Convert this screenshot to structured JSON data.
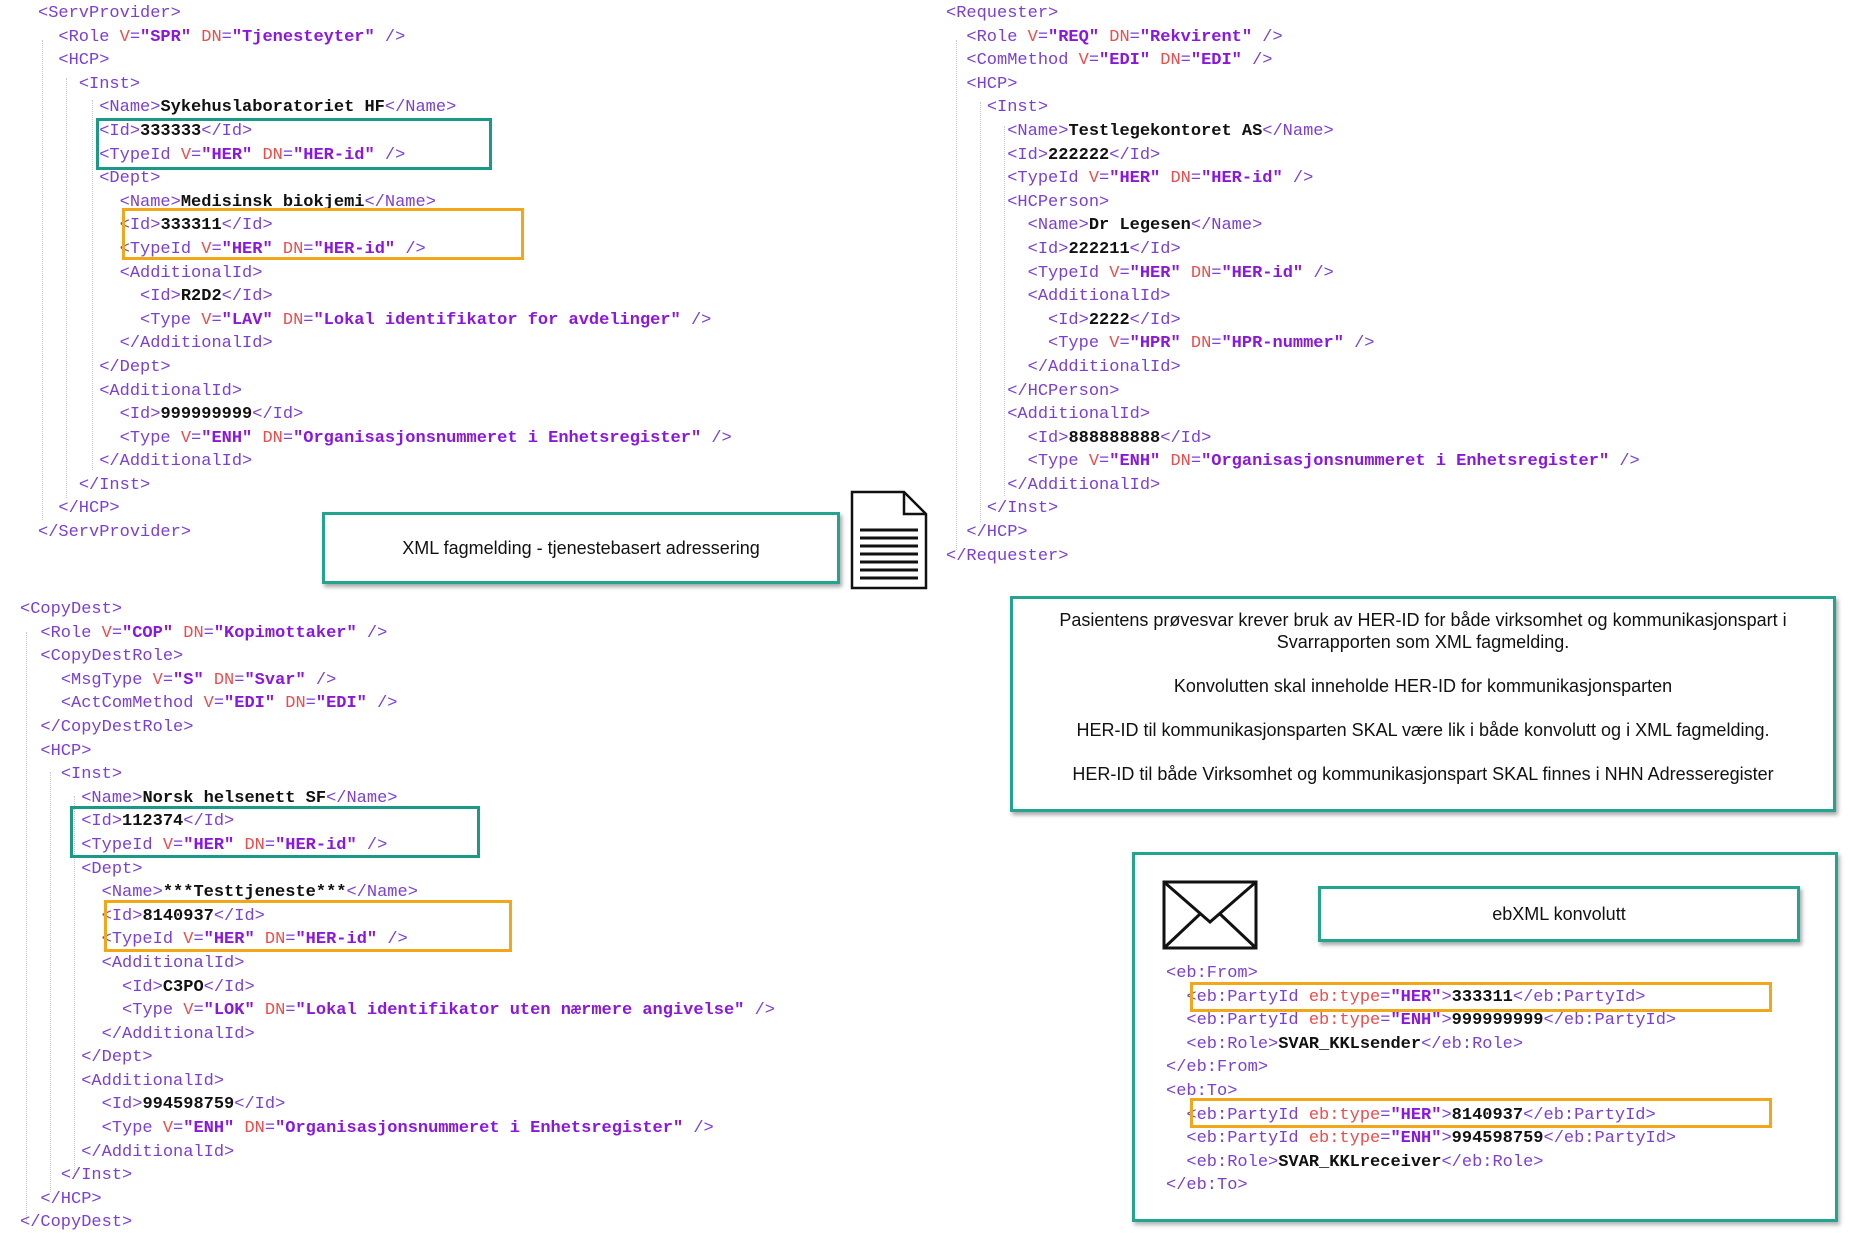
{
  "doc_caption": "XML fagmelding - tjenestebasert adressering",
  "envelope_caption": "ebXML konvolutt",
  "info_box": [
    "Pasientens prøvesvar krever bruk av HER-ID for både virksomhet og kommunikasjonspart i Svarrapporten som XML fagmelding.",
    "Konvolutten skal inneholde HER-ID for kommunikasjonsparten",
    "HER-ID til kommunikasjonsparten SKAL være lik i både konvolutt og i XML fagmelding.",
    "HER-ID til både Virksomhet og kommunikasjonspart SKAL finnes i NHN Adresseregister"
  ],
  "xml": {
    "serv_provider": [
      "<span class='tg'>&lt;ServProvider&gt;</span>",
      "  <span class='tg'>&lt;Role</span> <span class='at'>V</span><span class='tg'>=</span><span class='av'>\"SPR\"</span> <span class='at'>DN</span><span class='tg'>=</span><span class='av'>\"Tjenesteyter\"</span> <span class='tg'>/&gt;</span>",
      "  <span class='tg'>&lt;HCP&gt;</span>",
      "    <span class='tg'>&lt;Inst&gt;</span>",
      "      <span class='tg'>&lt;Name&gt;</span><span class='tx'>Sykehuslaboratoriet HF</span><span class='tg'>&lt;/Name&gt;</span>",
      "      <span class='tg'>&lt;Id&gt;</span><span class='tx'>333333</span><span class='tg'>&lt;/Id&gt;</span>",
      "      <span class='tg'>&lt;TypeId</span> <span class='at'>V</span><span class='tg'>=</span><span class='av'>\"HER\"</span> <span class='at'>DN</span><span class='tg'>=</span><span class='av'>\"HER-id\"</span> <span class='tg'>/&gt;</span>",
      "      <span class='tg'>&lt;Dept&gt;</span>",
      "        <span class='tg'>&lt;Name&gt;</span><span class='tx'>Medisinsk biokjemi</span><span class='tg'>&lt;/Name&gt;</span>",
      "        <span class='tg'>&lt;Id&gt;</span><span class='tx'>333311</span><span class='tg'>&lt;/Id&gt;</span>",
      "        <span class='tg'>&lt;TypeId</span> <span class='at'>V</span><span class='tg'>=</span><span class='av'>\"HER\"</span> <span class='at'>DN</span><span class='tg'>=</span><span class='av'>\"HER-id\"</span> <span class='tg'>/&gt;</span>",
      "        <span class='tg'>&lt;AdditionalId&gt;</span>",
      "          <span class='tg'>&lt;Id&gt;</span><span class='tx'>R2D2</span><span class='tg'>&lt;/Id&gt;</span>",
      "          <span class='tg'>&lt;Type</span> <span class='at'>V</span><span class='tg'>=</span><span class='av'>\"LAV\"</span> <span class='at'>DN</span><span class='tg'>=</span><span class='av'>\"Lokal identifikator for avdelinger\"</span> <span class='tg'>/&gt;</span>",
      "        <span class='tg'>&lt;/AdditionalId&gt;</span>",
      "      <span class='tg'>&lt;/Dept&gt;</span>",
      "      <span class='tg'>&lt;AdditionalId&gt;</span>",
      "        <span class='tg'>&lt;Id&gt;</span><span class='tx'>999999999</span><span class='tg'>&lt;/Id&gt;</span>",
      "        <span class='tg'>&lt;Type</span> <span class='at'>V</span><span class='tg'>=</span><span class='av'>\"ENH\"</span> <span class='at'>DN</span><span class='tg'>=</span><span class='av'>\"Organisasjonsnummeret i Enhetsregister\"</span> <span class='tg'>/&gt;</span>",
      "      <span class='tg'>&lt;/AdditionalId&gt;</span>",
      "    <span class='tg'>&lt;/Inst&gt;</span>",
      "  <span class='tg'>&lt;/HCP&gt;</span>",
      "<span class='tg'>&lt;/ServProvider&gt;</span>"
    ],
    "requester": [
      "<span class='tg'>&lt;Requester&gt;</span>",
      "  <span class='tg'>&lt;Role</span> <span class='at'>V</span><span class='tg'>=</span><span class='av'>\"REQ\"</span> <span class='at'>DN</span><span class='tg'>=</span><span class='av'>\"Rekvirent\"</span> <span class='tg'>/&gt;</span>",
      "  <span class='tg'>&lt;ComMethod</span> <span class='at'>V</span><span class='tg'>=</span><span class='av'>\"EDI\"</span> <span class='at'>DN</span><span class='tg'>=</span><span class='av'>\"EDI\"</span> <span class='tg'>/&gt;</span>",
      "  <span class='tg'>&lt;HCP&gt;</span>",
      "    <span class='tg'>&lt;Inst&gt;</span>",
      "      <span class='tg'>&lt;Name&gt;</span><span class='tx'>Testlegekontoret AS</span><span class='tg'>&lt;/Name&gt;</span>",
      "      <span class='tg'>&lt;Id&gt;</span><span class='tx'>222222</span><span class='tg'>&lt;/Id&gt;</span>",
      "      <span class='tg'>&lt;TypeId</span> <span class='at'>V</span><span class='tg'>=</span><span class='av'>\"HER\"</span> <span class='at'>DN</span><span class='tg'>=</span><span class='av'>\"HER-id\"</span> <span class='tg'>/&gt;</span>",
      "      <span class='tg'>&lt;HCPerson&gt;</span>",
      "        <span class='tg'>&lt;Name&gt;</span><span class='tx'>Dr Legesen</span><span class='tg'>&lt;/Name&gt;</span>",
      "        <span class='tg'>&lt;Id&gt;</span><span class='tx'>222211</span><span class='tg'>&lt;/Id&gt;</span>",
      "        <span class='tg'>&lt;TypeId</span> <span class='at'>V</span><span class='tg'>=</span><span class='av'>\"HER\"</span> <span class='at'>DN</span><span class='tg'>=</span><span class='av'>\"HER-id\"</span> <span class='tg'>/&gt;</span>",
      "        <span class='tg'>&lt;AdditionalId&gt;</span>",
      "          <span class='tg'>&lt;Id&gt;</span><span class='tx'>2222</span><span class='tg'>&lt;/Id&gt;</span>",
      "          <span class='tg'>&lt;Type</span> <span class='at'>V</span><span class='tg'>=</span><span class='av'>\"HPR\"</span> <span class='at'>DN</span><span class='tg'>=</span><span class='av'>\"HPR-nummer\"</span> <span class='tg'>/&gt;</span>",
      "        <span class='tg'>&lt;/AdditionalId&gt;</span>",
      "      <span class='tg'>&lt;/HCPerson&gt;</span>",
      "      <span class='tg'>&lt;AdditionalId&gt;</span>",
      "        <span class='tg'>&lt;Id&gt;</span><span class='tx'>888888888</span><span class='tg'>&lt;/Id&gt;</span>",
      "        <span class='tg'>&lt;Type</span> <span class='at'>V</span><span class='tg'>=</span><span class='av'>\"ENH\"</span> <span class='at'>DN</span><span class='tg'>=</span><span class='av'>\"Organisasjonsnummeret i Enhetsregister\"</span> <span class='tg'>/&gt;</span>",
      "      <span class='tg'>&lt;/AdditionalId&gt;</span>",
      "    <span class='tg'>&lt;/Inst&gt;</span>",
      "  <span class='tg'>&lt;/HCP&gt;</span>",
      "<span class='tg'>&lt;/Requester&gt;</span>"
    ],
    "copy_dest": [
      "<span class='tg'>&lt;CopyDest&gt;</span>",
      "  <span class='tg'>&lt;Role</span> <span class='at'>V</span><span class='tg'>=</span><span class='av'>\"COP\"</span> <span class='at'>DN</span><span class='tg'>=</span><span class='av'>\"Kopimottaker\"</span> <span class='tg'>/&gt;</span>",
      "  <span class='tg'>&lt;CopyDestRole&gt;</span>",
      "    <span class='tg'>&lt;MsgType</span> <span class='at'>V</span><span class='tg'>=</span><span class='av'>\"S\"</span> <span class='at'>DN</span><span class='tg'>=</span><span class='av'>\"Svar\"</span> <span class='tg'>/&gt;</span>",
      "    <span class='tg'>&lt;ActComMethod</span> <span class='at'>V</span><span class='tg'>=</span><span class='av'>\"EDI\"</span> <span class='at'>DN</span><span class='tg'>=</span><span class='av'>\"EDI\"</span> <span class='tg'>/&gt;</span>",
      "  <span class='tg'>&lt;/CopyDestRole&gt;</span>",
      "  <span class='tg'>&lt;HCP&gt;</span>",
      "    <span class='tg'>&lt;Inst&gt;</span>",
      "      <span class='tg'>&lt;Name&gt;</span><span class='tx'>Norsk helsenett SF</span><span class='tg'>&lt;/Name&gt;</span>",
      "      <span class='tg'>&lt;Id&gt;</span><span class='tx'>112374</span><span class='tg'>&lt;/Id&gt;</span>",
      "      <span class='tg'>&lt;TypeId</span> <span class='at'>V</span><span class='tg'>=</span><span class='av'>\"HER\"</span> <span class='at'>DN</span><span class='tg'>=</span><span class='av'>\"HER-id\"</span> <span class='tg'>/&gt;</span>",
      "      <span class='tg'>&lt;Dept&gt;</span>",
      "        <span class='tg'>&lt;Name&gt;</span><span class='tx'>***Testtjeneste***</span><span class='tg'>&lt;/Name&gt;</span>",
      "        <span class='tg'>&lt;Id&gt;</span><span class='tx'>8140937</span><span class='tg'>&lt;/Id&gt;</span>",
      "        <span class='tg'>&lt;TypeId</span> <span class='at'>V</span><span class='tg'>=</span><span class='av'>\"HER\"</span> <span class='at'>DN</span><span class='tg'>=</span><span class='av'>\"HER-id\"</span> <span class='tg'>/&gt;</span>",
      "        <span class='tg'>&lt;AdditionalId&gt;</span>",
      "          <span class='tg'>&lt;Id&gt;</span><span class='tx'>C3PO</span><span class='tg'>&lt;/Id&gt;</span>",
      "          <span class='tg'>&lt;Type</span> <span class='at'>V</span><span class='tg'>=</span><span class='av'>\"LOK\"</span> <span class='at'>DN</span><span class='tg'>=</span><span class='av'>\"Lokal identifikator uten nærmere angivelse\"</span> <span class='tg'>/&gt;</span>",
      "        <span class='tg'>&lt;/AdditionalId&gt;</span>",
      "      <span class='tg'>&lt;/Dept&gt;</span>",
      "      <span class='tg'>&lt;AdditionalId&gt;</span>",
      "        <span class='tg'>&lt;Id&gt;</span><span class='tx'>994598759</span><span class='tg'>&lt;/Id&gt;</span>",
      "        <span class='tg'>&lt;Type</span> <span class='at'>V</span><span class='tg'>=</span><span class='av'>\"ENH\"</span> <span class='at'>DN</span><span class='tg'>=</span><span class='av'>\"Organisasjonsnummeret i Enhetsregister\"</span> <span class='tg'>/&gt;</span>",
      "      <span class='tg'>&lt;/AdditionalId&gt;</span>",
      "    <span class='tg'>&lt;/Inst&gt;</span>",
      "  <span class='tg'>&lt;/HCP&gt;</span>",
      "<span class='tg'>&lt;/CopyDest&gt;</span>"
    ],
    "envelope": [
      "<span class='tg'>&lt;eb:From&gt;</span>",
      "  <span class='tg'>&lt;eb:PartyId</span> <span class='at'>eb:type</span><span class='tg'>=</span><span class='av'>\"HER\"</span><span class='tg'>&gt;</span><span class='tx'>333311</span><span class='tg'>&lt;/eb:PartyId&gt;</span>",
      "  <span class='tg'>&lt;eb:PartyId</span> <span class='at'>eb:type</span><span class='tg'>=</span><span class='av'>\"ENH\"</span><span class='tg'>&gt;</span><span class='tx'>999999999</span><span class='tg'>&lt;/eb:PartyId&gt;</span>",
      "  <span class='tg'>&lt;eb:Role&gt;</span><span class='tx'>SVAR_KKLsender</span><span class='tg'>&lt;/eb:Role&gt;</span>",
      "<span class='tg'>&lt;/eb:From&gt;</span>",
      "<span class='tg'>&lt;eb:To&gt;</span>",
      "  <span class='tg'>&lt;eb:PartyId</span> <span class='at'>eb:type</span><span class='tg'>=</span><span class='av'>\"HER\"</span><span class='tg'>&gt;</span><span class='tx'>8140937</span><span class='tg'>&lt;/eb:PartyId&gt;</span>",
      "  <span class='tg'>&lt;eb:PartyId</span> <span class='at'>eb:type</span><span class='tg'>=</span><span class='av'>\"ENH\"</span><span class='tg'>&gt;</span><span class='tx'>994598759</span><span class='tg'>&lt;/eb:PartyId&gt;</span>",
      "  <span class='tg'>&lt;eb:Role&gt;</span><span class='tx'>SVAR_KKLreceiver</span><span class='tg'>&lt;/eb:Role&gt;</span>",
      "<span class='tg'>&lt;/eb:To&gt;</span>"
    ]
  }
}
